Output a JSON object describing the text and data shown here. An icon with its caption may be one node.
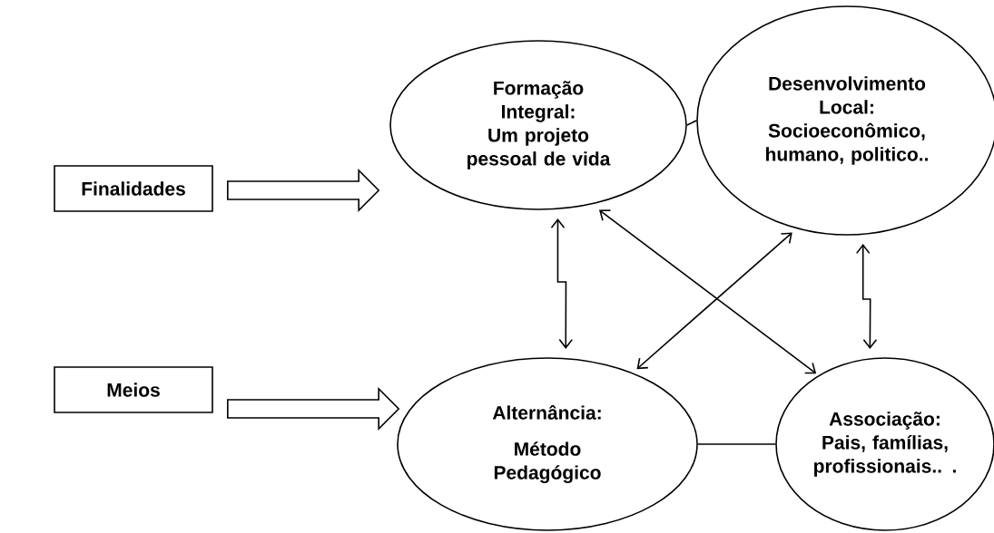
{
  "diagram": {
    "nodes": [
      {
        "text": [
          "Finalidades"
        ]
      },
      {
        "text": [
          "Meios"
        ]
      },
      {
        "text": [
          "Formação Integral: Um projeto pessoal de vida"
        ]
      },
      {
        "text": [
          "Desenvolvimento Local: Socioeconômico, humano, politico.."
        ]
      },
      {
        "text": [
          "Alternância:",
          "Método Pedagógico"
        ]
      },
      {
        "text": [
          "Associação: Pais, famílias, profissionais.. ."
        ]
      }
    ],
    "edges": [
      {
        "from": 0,
        "to": 2,
        "arrow": "to",
        "style": "thick"
      },
      {
        "from": 1,
        "to": 4,
        "arrow": "to",
        "style": "thick"
      },
      {
        "from": 2,
        "to": 3,
        "arrow": "none"
      },
      {
        "from": 2,
        "to": 4,
        "arrow": "both"
      },
      {
        "from": 2,
        "to": 5,
        "arrow": "both"
      },
      {
        "from": 3,
        "to": 4,
        "arrow": "both"
      },
      {
        "from": 3,
        "to": 5,
        "arrow": "both"
      },
      {
        "from": 4,
        "to": 5,
        "arrow": "none"
      }
    ]
  }
}
